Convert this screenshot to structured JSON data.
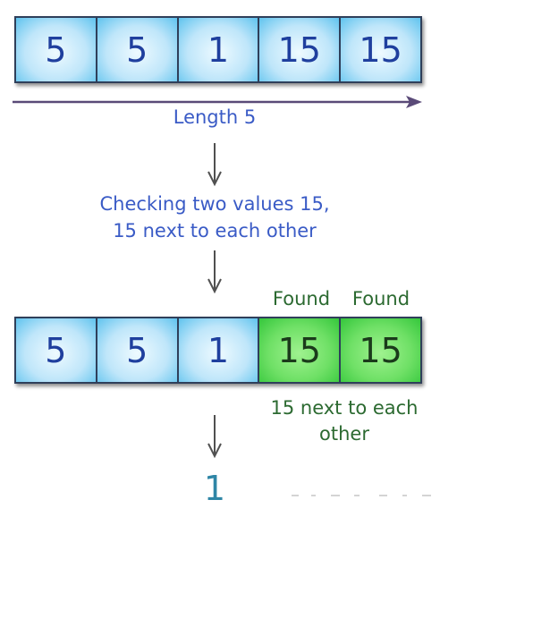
{
  "top_array": {
    "cells": [
      {
        "value": "5"
      },
      {
        "value": "5"
      },
      {
        "value": "1"
      },
      {
        "value": "15"
      },
      {
        "value": "15"
      }
    ]
  },
  "length_label": "Length 5",
  "check_label": {
    "line1": "Checking two values 15,",
    "line2": "15 next to each other"
  },
  "bottom_array": {
    "cells": [
      {
        "value": "5",
        "found": false
      },
      {
        "value": "5",
        "found": false
      },
      {
        "value": "1",
        "found": false
      },
      {
        "value": "15",
        "found": true
      },
      {
        "value": "15",
        "found": true
      }
    ]
  },
  "found_labels": [
    "Found",
    "Found"
  ],
  "adjacent_label": {
    "line1": "15 next to each",
    "line2": "other"
  },
  "result": "1",
  "colors": {
    "cell_blue": "#bfe6fa",
    "cell_green": "#6fe066",
    "label_blue": "#3a5bc6",
    "label_green": "#2c6a31",
    "result": "#2f86a6",
    "length_arrow": "#5a4a78",
    "flow_arrow": "#505050"
  }
}
